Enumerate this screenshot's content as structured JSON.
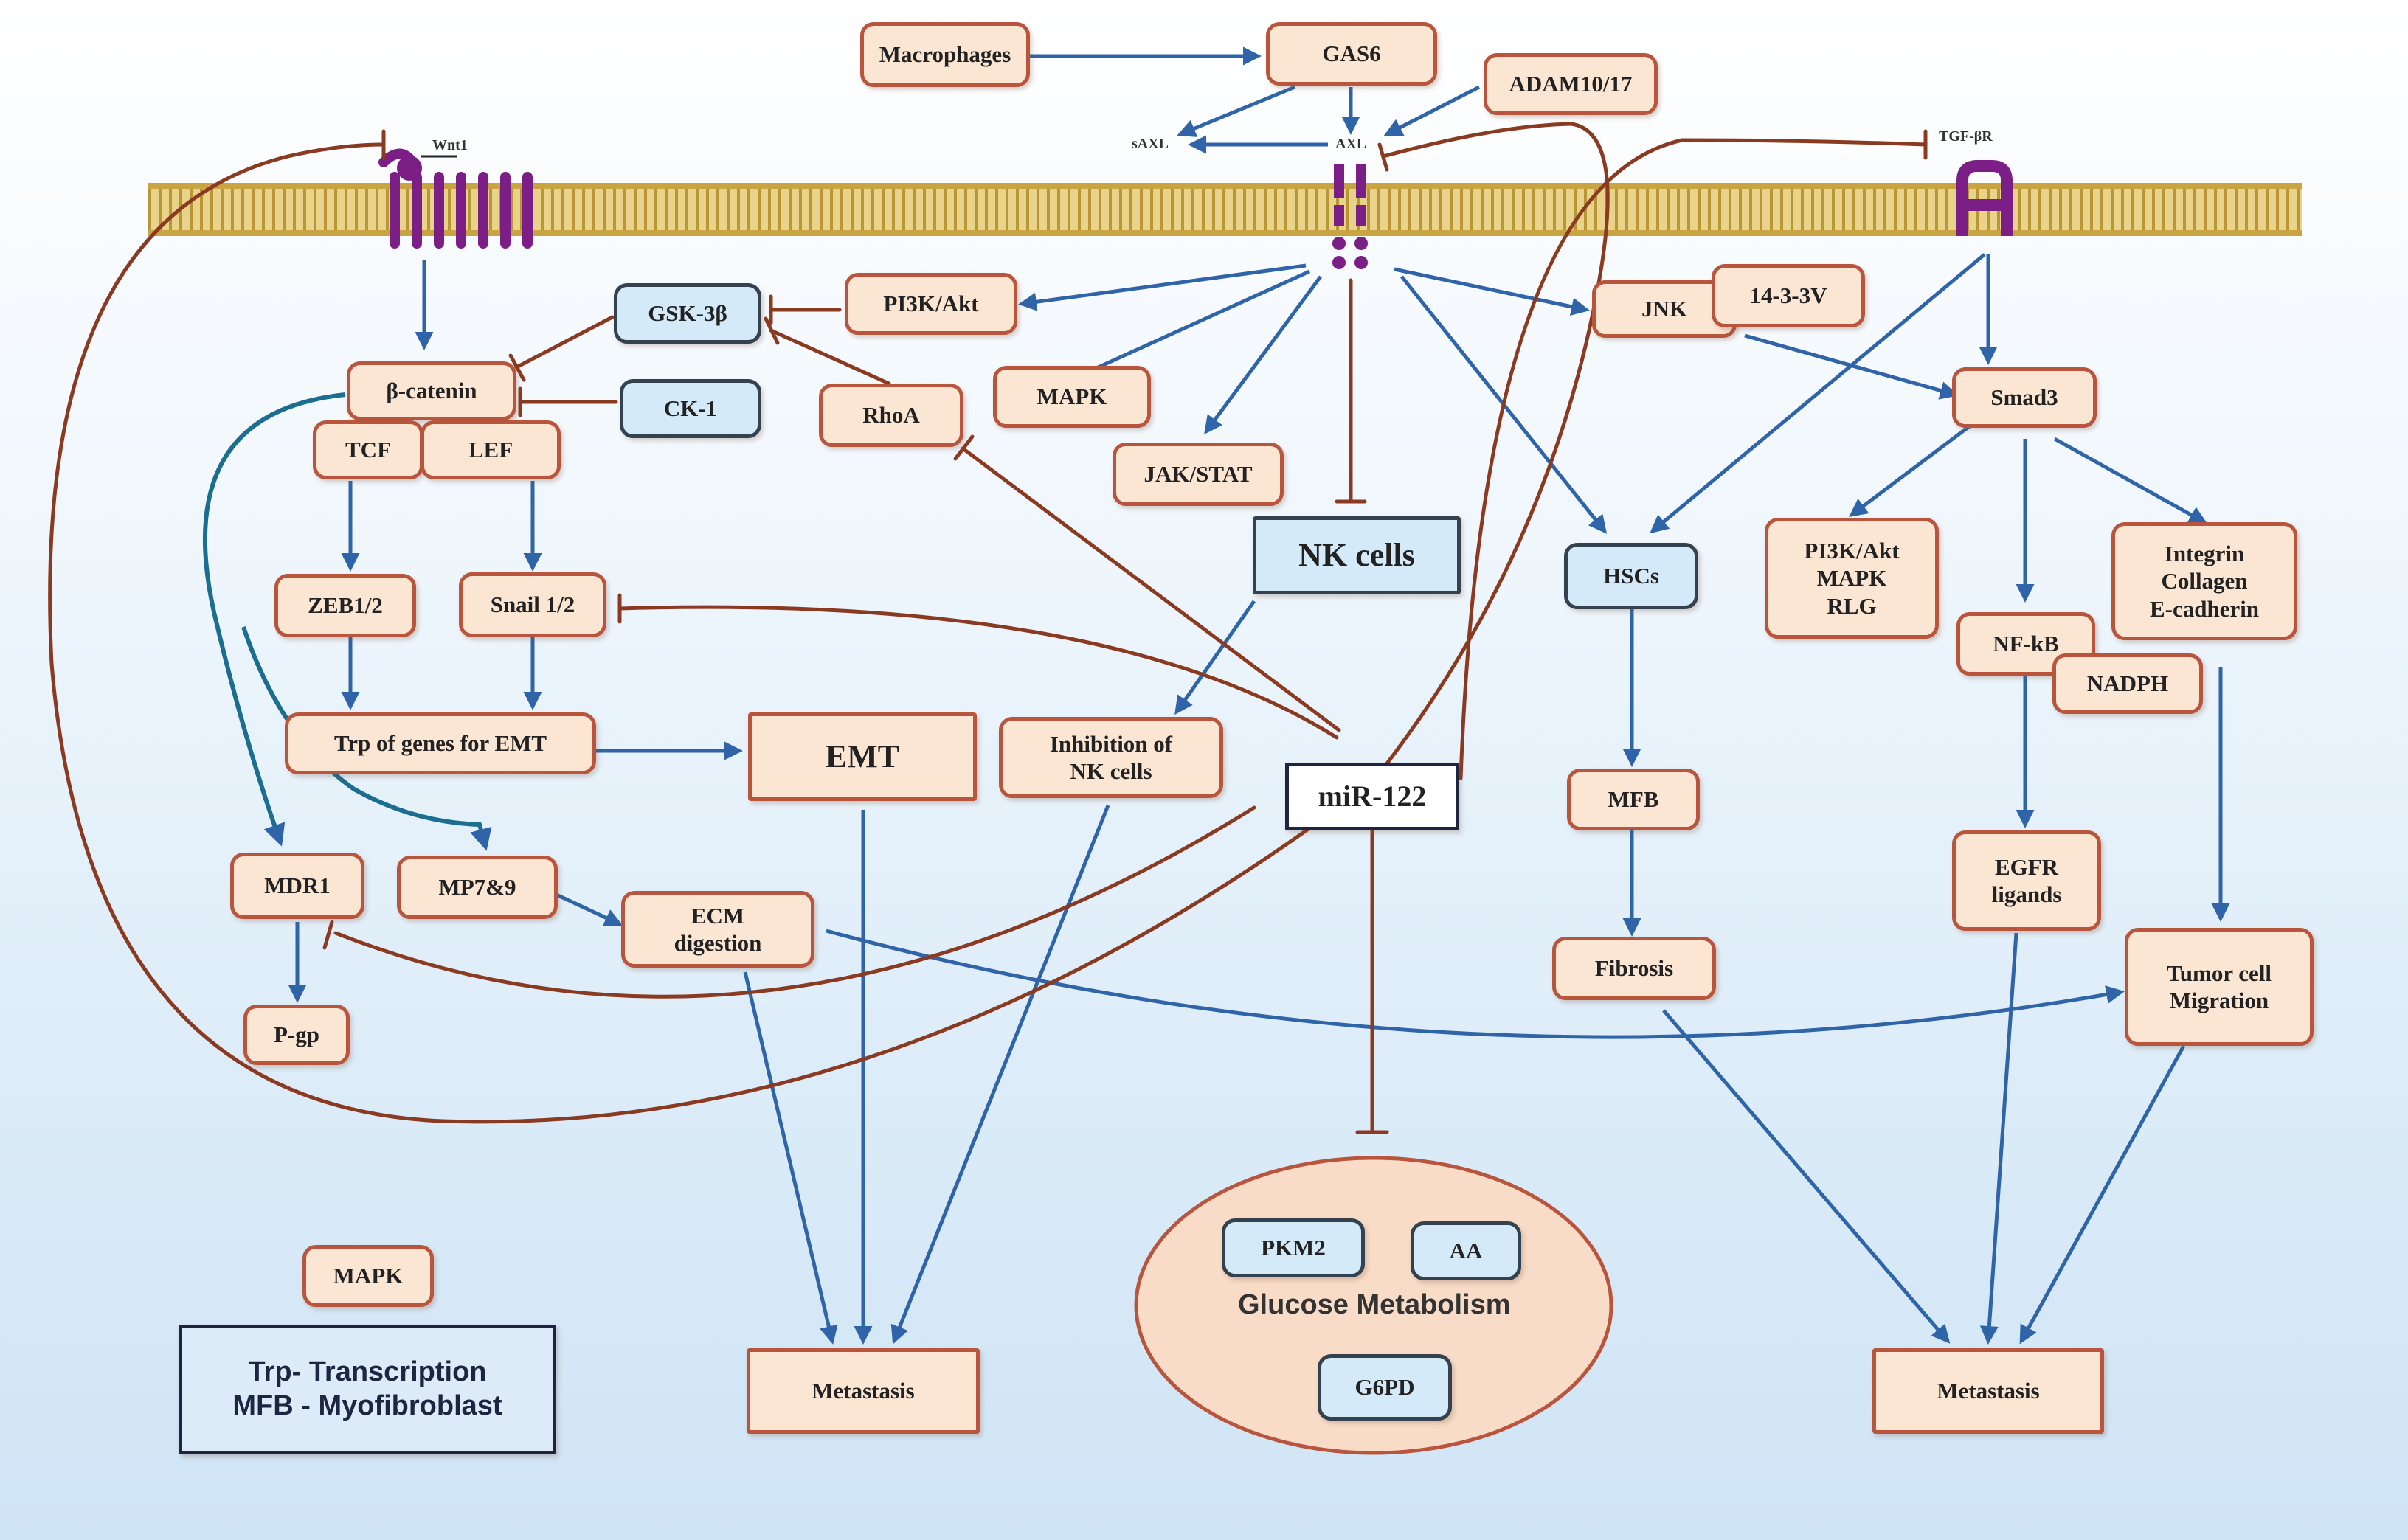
{
  "labels": {
    "macrophages": "Macrophages",
    "gas6": "GAS6",
    "adam": "ADAM10/17",
    "saxl": "sAXL",
    "axl": "AXL",
    "wnt1": "Wnt1",
    "tgfbr": "TGF-βR",
    "pi3k_akt": "PI3K/Akt",
    "gsk3b": "GSK-3β",
    "b_catenin": "β-catenin",
    "ck1": "CK-1",
    "rhoa": "RhoA",
    "mapk_top": "MAPK",
    "jak_stat": "JAK/STAT",
    "tcf": "TCF",
    "lef": "LEF",
    "jnk": "JNK",
    "p14_3_3": "14-3-3V",
    "smad3": "Smad3",
    "nk_cells": "NK cells",
    "hscs": "HSCs",
    "pi3k_mapk_rlg": "PI3K/Akt\nMAPK\nRLG",
    "integrin": "Integrin\nCollagen\nE-cadherin",
    "zeb": "ZEB1/2",
    "snail": "Snail 1/2",
    "nfkb": "NF-kB",
    "nadph": "NADPH",
    "trp_emt": "Trp of genes for EMT",
    "emt": "EMT",
    "inhib_nk": "Inhibition of\nNK cells",
    "mir122": "miR-122",
    "mfb": "MFB",
    "mdr1": "MDR1",
    "mp79": "MP7&9",
    "ecm": "ECM\ndigestion",
    "egfr": "EGFR\nligands",
    "tumor_migration": "Tumor cell\nMigration",
    "fibrosis": "Fibrosis",
    "pgp": "P-gp",
    "pkm2": "PKM2",
    "aa": "AA",
    "glucose": "Glucose Metabolism",
    "g6pd": "G6PD",
    "mapk_bottom": "MAPK",
    "metastasis_left": "Metastasis",
    "metastasis_right": "Metastasis",
    "legend": "Trp- Transcription\nMFB - Myofibroblast"
  },
  "colors": {
    "activation_arrow": "#2f64a8",
    "inhibition_line": "#8b3a22",
    "node_fill": "#fbe5d3",
    "node_border": "#b8553c",
    "blue_fill": "#d4eaf9",
    "receptor": "#7b1f86",
    "membrane": "#d6b860",
    "ellipse_fill": "#f8dcc8"
  }
}
